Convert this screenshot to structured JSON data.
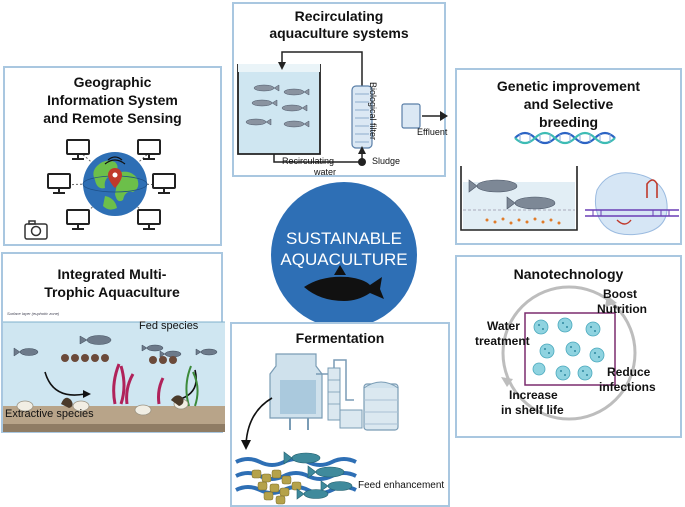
{
  "center": {
    "line1": "SUSTAINABLE",
    "line2": "AQUACULTURE"
  },
  "ras": {
    "title_line1": "Recirculating",
    "title_line2": "aquaculture systems",
    "biological_filter": "Biological filter",
    "effluent": "Effluent",
    "sludge": "Sludge",
    "recirculating": "Recirculating",
    "water": "water"
  },
  "gis": {
    "title_line1": "Geographic",
    "title_line2": "Information System",
    "title_line3": "and Remote Sensing"
  },
  "genetic": {
    "title_line1": "Genetic improvement",
    "title_line2": "and Selective",
    "title_line3": "breeding"
  },
  "imta": {
    "title_line1": "Integrated Multi-",
    "title_line2": "Trophic Aquaculture",
    "surface_layer": "Surface layer (euphotic zone)",
    "fed_species": "Fed species",
    "extractive_species": "Extractive species"
  },
  "fermentation": {
    "title": "Fermentation",
    "feed_enhancement": "Feed enhancement"
  },
  "nano": {
    "title": "Nanotechnology",
    "boost": "Boost",
    "nutrition": "Nutrition",
    "water": "Water",
    "treatment": "treatment",
    "reduce": "Reduce",
    "infections": "infections",
    "increase": "Increase",
    "shelf_life": "in shelf life"
  },
  "colors": {
    "panel_border": "#a9c7e0",
    "center_circle": "#2e6fb5",
    "water": "#cfe6f1",
    "dna_blue": "#2b63c4",
    "dna_teal": "#3cbcb4"
  }
}
